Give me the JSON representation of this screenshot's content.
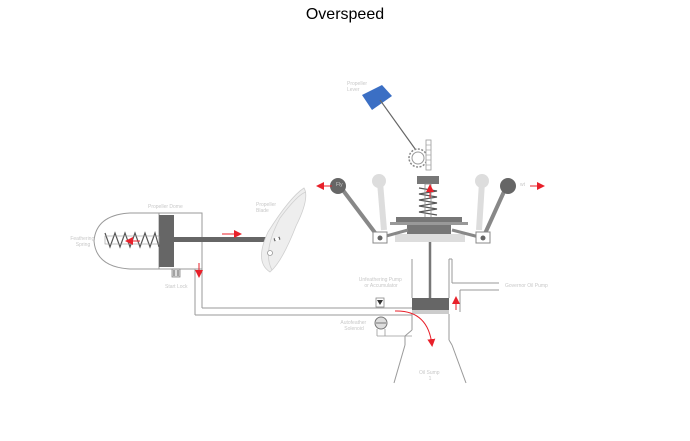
{
  "title": "Overspeed",
  "labels": {
    "propeller_lever": [
      "Propeller",
      "Lever"
    ],
    "propeller_dome": "Propeller Dome",
    "propeller_blade": [
      "Propeller",
      "Blade"
    ],
    "feathering_spring": [
      "Feathering",
      "Spring"
    ],
    "start_lock": "Start Lock",
    "unfeathering_pump": [
      "Unfeathering Pump",
      "or Accumulator"
    ],
    "governor_oil_pump": "Governor Oil Pump",
    "autofeather_solenoid": [
      "Autofeather",
      "Solenoid"
    ],
    "oil_sump": [
      "Oil Sump",
      "1"
    ],
    "flyweight_left": "Fly",
    "flyweight_right": "wt"
  },
  "colors": {
    "flow_arrow": "#e8202a",
    "lever_handle": "#3b6fc4",
    "mechanism_dark": "#666666",
    "outline": "#9a9a9a",
    "faded_label": "#c8c8c8"
  }
}
